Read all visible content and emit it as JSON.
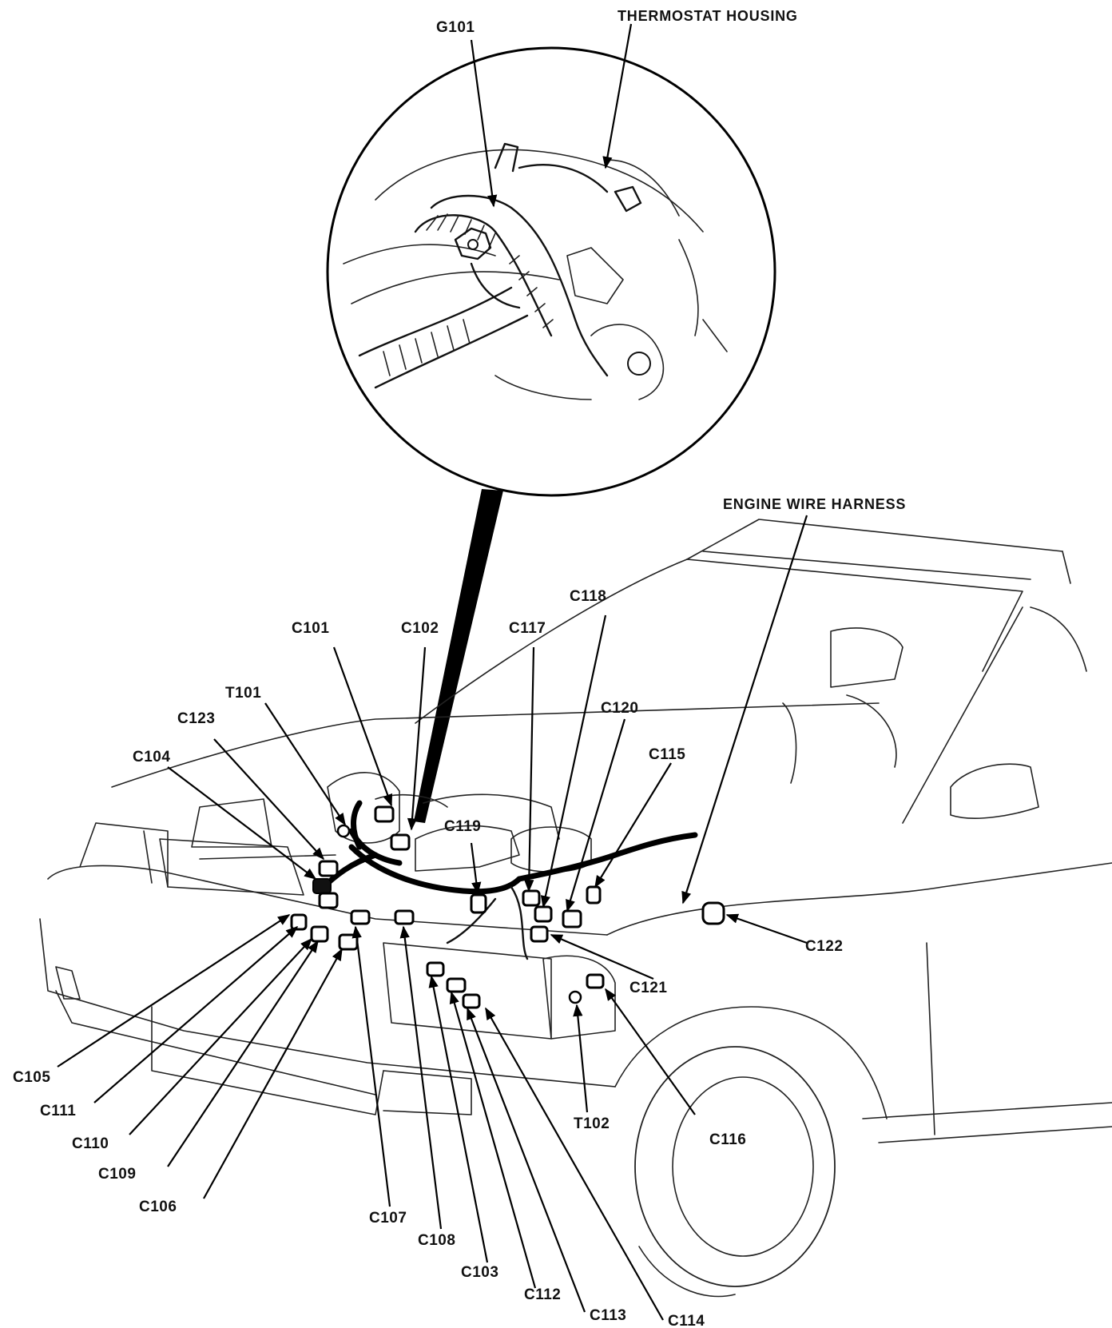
{
  "callouts": {
    "thermostat_housing": "THERMOSTAT HOUSING",
    "g101": "G101",
    "engine_wire_harness": "ENGINE WIRE HARNESS",
    "c101": "C101",
    "c102": "C102",
    "c103": "C103",
    "c104": "C104",
    "c105": "C105",
    "c106": "C106",
    "c107": "C107",
    "c108": "C108",
    "c109": "C109",
    "c110": "C110",
    "c111": "C111",
    "c112": "C112",
    "c113": "C113",
    "c114": "C114",
    "c115": "C115",
    "c116": "C116",
    "c117": "C117",
    "c118": "C118",
    "c119": "C119",
    "c120": "C120",
    "c121": "C121",
    "c122": "C122",
    "c123": "C123",
    "t101": "T101",
    "t102": "T102"
  }
}
